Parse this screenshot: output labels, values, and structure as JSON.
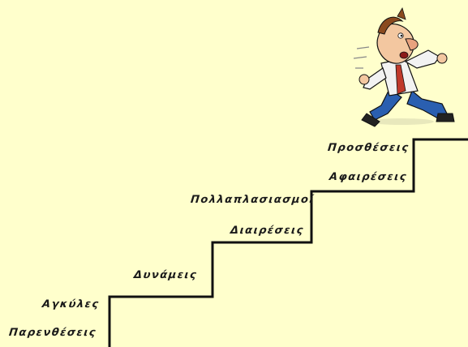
{
  "steps": [
    {
      "label": "Παρενθέσεις"
    },
    {
      "label": "Αγκύλες"
    },
    {
      "label": "Δυνάμεις"
    },
    {
      "label": "Διαιρέσεις"
    },
    {
      "label": "Πολλαπλασιασμοί"
    },
    {
      "label": "Αφαιρέσεις"
    },
    {
      "label": "Προσθέσεις"
    }
  ],
  "colors": {
    "background": "#ffffcc",
    "stair_line": "#111111",
    "text": "#1a1a1a"
  },
  "icons": {
    "runner": "running-man-cartoon-icon"
  }
}
